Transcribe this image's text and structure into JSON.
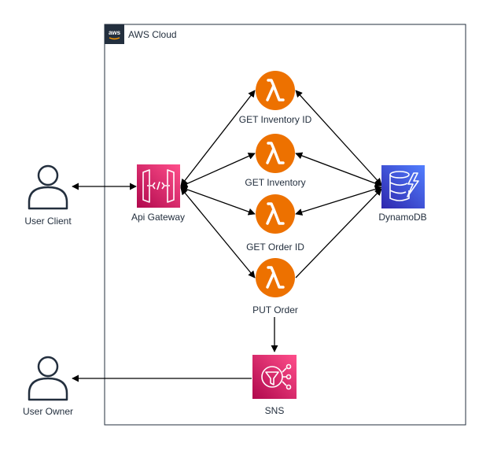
{
  "cloud": {
    "label": "AWS Cloud",
    "logo_text": "aws"
  },
  "actors": {
    "client": {
      "label": "User Client",
      "icon": "user-icon"
    },
    "owner": {
      "label": "User Owner",
      "icon": "user-icon"
    }
  },
  "services": {
    "api_gateway": {
      "label": "Api Gateway",
      "icon": "api-gateway-icon"
    },
    "lambda_get_inventory_id": {
      "label": "GET Inventory ID",
      "icon": "lambda-icon"
    },
    "lambda_get_inventory": {
      "label": "GET Inventory",
      "icon": "lambda-icon"
    },
    "lambda_get_order_id": {
      "label": "GET Order ID",
      "icon": "lambda-icon"
    },
    "lambda_put_order": {
      "label": "PUT Order",
      "icon": "lambda-icon"
    },
    "dynamodb": {
      "label": "DynamoDB",
      "icon": "dynamodb-icon"
    },
    "sns": {
      "label": "SNS",
      "icon": "sns-icon"
    }
  },
  "colors": {
    "lambda": "#ed7100",
    "api_gateway": "#e7157b",
    "sns": "#e7157b",
    "dynamodb": "#3b48cc",
    "actor": "#232f3e",
    "edge": "#000000"
  }
}
